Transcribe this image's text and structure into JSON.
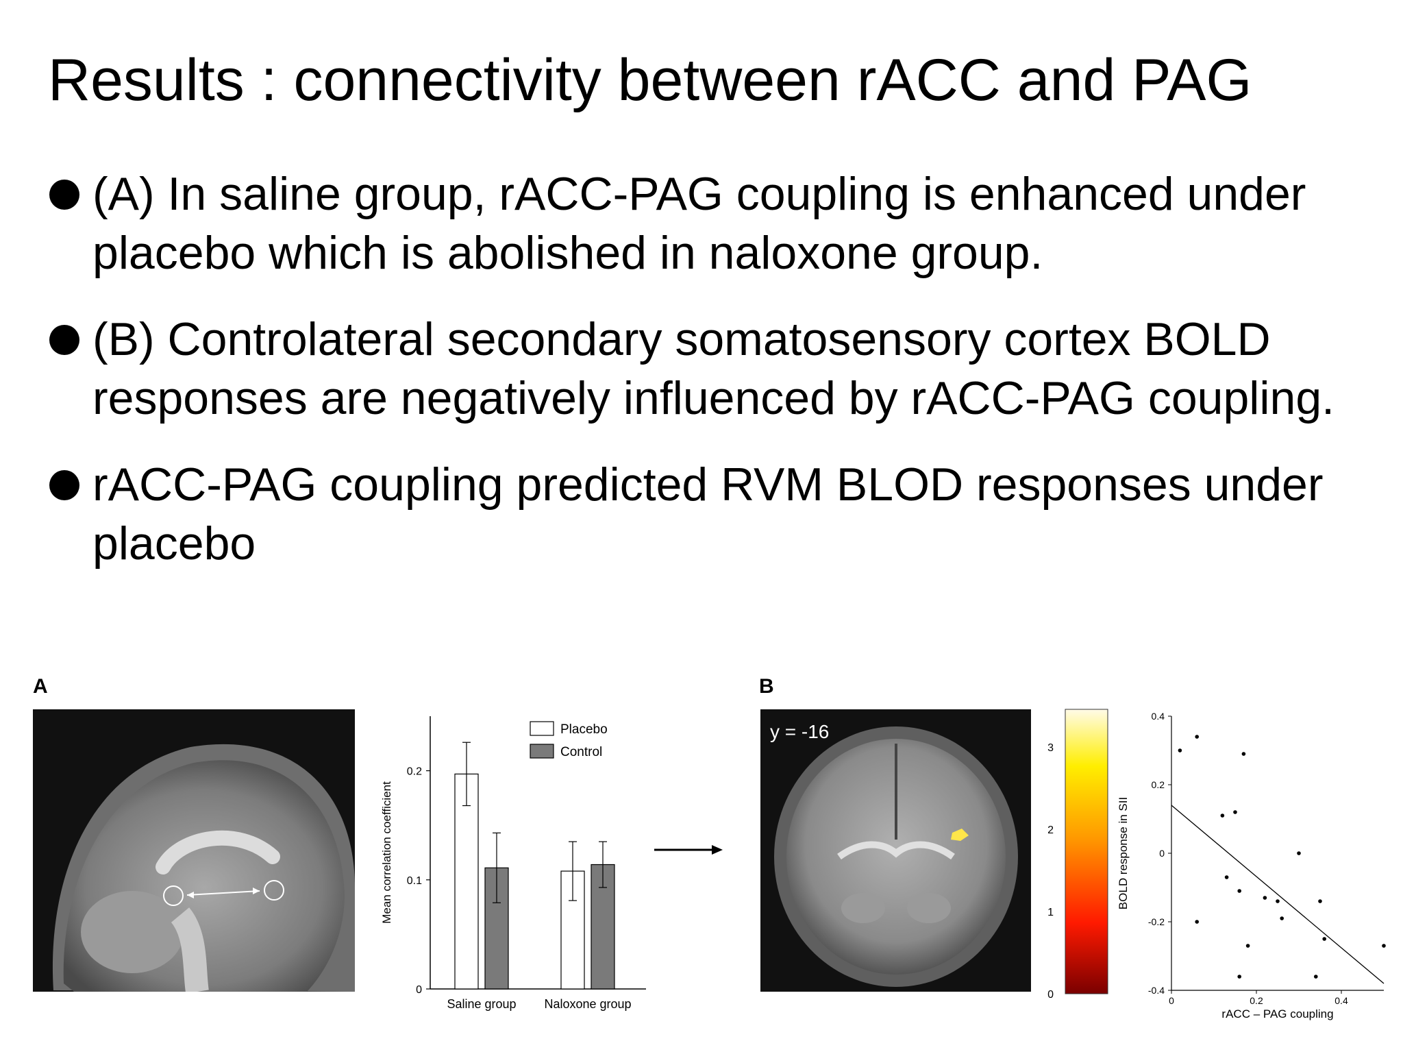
{
  "slide": {
    "title": "Results : connectivity between rACC and PAG",
    "bullets": [
      "(A) In saline group, rACC-PAG coupling is enhanced under placebo which is abolished in naloxone group.",
      "(B) Controlateral secondary somatosensory cortex BOLD responses are negatively influenced by rACC-PAG coupling.",
      "rACC-PAG coupling predicted RVM BLOD responses under placebo"
    ]
  },
  "figure": {
    "panel_a_label": "A",
    "panel_b_label": "B",
    "coronal_slice_label": "y = -16",
    "colorbar_ticks": [
      "0",
      "1",
      "2",
      "3"
    ],
    "colorbar_values": [
      0,
      1,
      2,
      3
    ]
  },
  "chart_data": [
    {
      "type": "bar",
      "title": "",
      "xlabel": "",
      "ylabel": "Mean correlation coefficient",
      "categories": [
        "Saline group",
        "Naloxone group"
      ],
      "series": [
        {
          "name": "Placebo",
          "values": [
            0.197,
            0.108
          ],
          "errors": [
            0.029,
            0.027
          ],
          "color": "#ffffff"
        },
        {
          "name": "Control",
          "values": [
            0.111,
            0.114
          ],
          "errors": [
            0.032,
            0.021
          ],
          "color": "#7a7a7a"
        }
      ],
      "ylim": [
        0,
        0.25
      ],
      "yticks": [
        0,
        0.1,
        0.2
      ],
      "ytick_labels": [
        "0",
        "0.1",
        "0.2"
      ],
      "legend": "top-right"
    },
    {
      "type": "scatter",
      "title": "",
      "xlabel": "rACC – PAG coupling",
      "ylabel": "BOLD response in SII",
      "xlim": [
        0,
        0.5
      ],
      "ylim": [
        -0.4,
        0.4
      ],
      "xticks": [
        0,
        0.2,
        0.4
      ],
      "xtick_labels": [
        "0",
        "0.2",
        "0.4"
      ],
      "yticks": [
        -0.4,
        -0.2,
        0,
        0.2,
        0.4
      ],
      "ytick_labels": [
        "-0.4",
        "-0.2",
        "0",
        "0.2",
        "0.4"
      ],
      "points": [
        [
          0.02,
          0.3
        ],
        [
          0.06,
          0.34
        ],
        [
          0.17,
          0.29
        ],
        [
          0.12,
          0.11
        ],
        [
          0.15,
          0.12
        ],
        [
          0.3,
          0.0
        ],
        [
          0.13,
          -0.07
        ],
        [
          0.16,
          -0.11
        ],
        [
          0.22,
          -0.13
        ],
        [
          0.25,
          -0.14
        ],
        [
          0.26,
          -0.19
        ],
        [
          0.35,
          -0.14
        ],
        [
          0.06,
          -0.2
        ],
        [
          0.18,
          -0.27
        ],
        [
          0.36,
          -0.25
        ],
        [
          0.16,
          -0.36
        ],
        [
          0.34,
          -0.36
        ],
        [
          0.5,
          -0.27
        ]
      ],
      "fit_line": [
        [
          0,
          0.14
        ],
        [
          0.5,
          -0.38
        ]
      ],
      "grid": false
    }
  ]
}
